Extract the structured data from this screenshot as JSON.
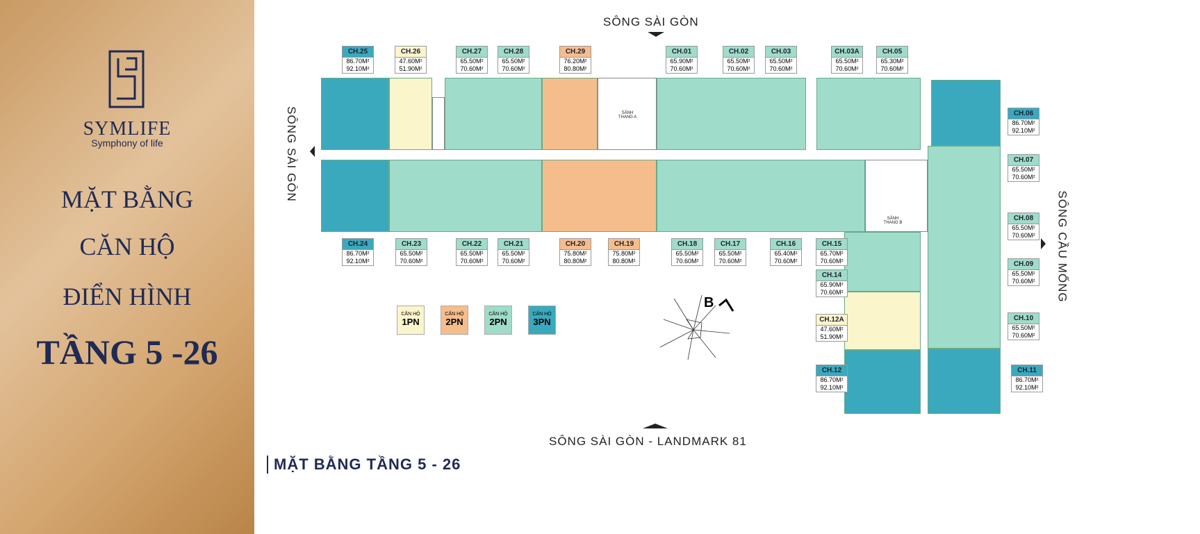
{
  "sidebar": {
    "brand": "SYMLIFE",
    "tagline": "Symphony of life",
    "title_lines": [
      "MẶT BẰNG",
      "CĂN HỘ",
      "ĐIỂN HÌNH"
    ],
    "floors": "TẦNG 5 -26"
  },
  "directions": {
    "top": "SÔNG SÀI GÒN",
    "left": "SÔNG SÀI GÒN",
    "right": "SÔNG CẦU MỐNG",
    "bottom": "SÔNG SÀI GÒN - LANDMARK 81"
  },
  "footer": "MẶT BẰNG TẦNG 5 - 26",
  "cores": {
    "a": "SẢNH THANG A",
    "b": "SẢNH THANG B"
  },
  "compass": "B",
  "colors": {
    "1PN": "#fbf5cc",
    "2PN_orange": "#f6bd8c",
    "2PN": "#9fdcc9",
    "3PN": "#3aa9be",
    "navy": "#1f2a55"
  },
  "legend": [
    {
      "small": "CĂN HỘ",
      "type": "1PN",
      "color": "#fbf5cc"
    },
    {
      "small": "CĂN HỘ",
      "type": "2PN",
      "color": "#f6bd8c"
    },
    {
      "small": "CĂN HỘ",
      "type": "2PN",
      "color": "#9fdcc9"
    },
    {
      "small": "CĂN HỘ",
      "type": "3PN",
      "color": "#3aa9be"
    }
  ],
  "units": [
    {
      "id": "CH.25",
      "a": "86.70M²",
      "b": "92.10M²",
      "type": "3PN"
    },
    {
      "id": "CH.26",
      "a": "47.60M²",
      "b": "51.90M²",
      "type": "1PN"
    },
    {
      "id": "CH.27",
      "a": "65.50M²",
      "b": "70.60M²",
      "type": "2PN"
    },
    {
      "id": "CH.28",
      "a": "65.50M²",
      "b": "70.60M²",
      "type": "2PN"
    },
    {
      "id": "CH.29",
      "a": "76.20M²",
      "b": "80.80M²",
      "type": "2PNO"
    },
    {
      "id": "CH.01",
      "a": "65.90M²",
      "b": "70.60M²",
      "type": "2PN"
    },
    {
      "id": "CH.02",
      "a": "65.50M²",
      "b": "70.60M²",
      "type": "2PN"
    },
    {
      "id": "CH.03",
      "a": "65.50M²",
      "b": "70.60M²",
      "type": "2PN"
    },
    {
      "id": "CH.03A",
      "a": "65.50M²",
      "b": "70.60M²",
      "type": "2PN"
    },
    {
      "id": "CH.05",
      "a": "65.30M²",
      "b": "70.60M²",
      "type": "2PN"
    },
    {
      "id": "CH.24",
      "a": "86.70M²",
      "b": "92.10M²",
      "type": "3PN"
    },
    {
      "id": "CH.23",
      "a": "65.50M²",
      "b": "70.60M²",
      "type": "2PN"
    },
    {
      "id": "CH.22",
      "a": "65.50M²",
      "b": "70.60M²",
      "type": "2PN"
    },
    {
      "id": "CH.21",
      "a": "65.50M²",
      "b": "70.60M²",
      "type": "2PN"
    },
    {
      "id": "CH.20",
      "a": "75.80M²",
      "b": "80.80M²",
      "type": "2PNO"
    },
    {
      "id": "CH.19",
      "a": "75.80M²",
      "b": "80.80M²",
      "type": "2PNO"
    },
    {
      "id": "CH.18",
      "a": "65.50M²",
      "b": "70.60M²",
      "type": "2PN"
    },
    {
      "id": "CH.17",
      "a": "65.50M²",
      "b": "70.60M²",
      "type": "2PN"
    },
    {
      "id": "CH.16",
      "a": "65.40M²",
      "b": "70.60M²",
      "type": "2PN"
    },
    {
      "id": "CH.15",
      "a": "65.70M²",
      "b": "70.60M²",
      "type": "2PN"
    },
    {
      "id": "CH.06",
      "a": "86.70M²",
      "b": "92.10M²",
      "type": "3PN"
    },
    {
      "id": "CH.07",
      "a": "65.50M²",
      "b": "70.60M²",
      "type": "2PN"
    },
    {
      "id": "CH.08",
      "a": "65.50M²",
      "b": "70.60M²",
      "type": "2PN"
    },
    {
      "id": "CH.09",
      "a": "65.50M²",
      "b": "70.60M²",
      "type": "2PN"
    },
    {
      "id": "CH.10",
      "a": "65.50M²",
      "b": "70.60M²",
      "type": "2PN"
    },
    {
      "id": "CH.11",
      "a": "86.70M²",
      "b": "92.10M²",
      "type": "3PN"
    },
    {
      "id": "CH.14",
      "a": "65.90M²",
      "b": "70.60M²",
      "type": "2PN"
    },
    {
      "id": "CH.12A",
      "a": "47.60M²",
      "b": "51.90M²",
      "type": "1PN"
    },
    {
      "id": "CH.12",
      "a": "86.70M²",
      "b": "92.10M²",
      "type": "3PN"
    }
  ]
}
